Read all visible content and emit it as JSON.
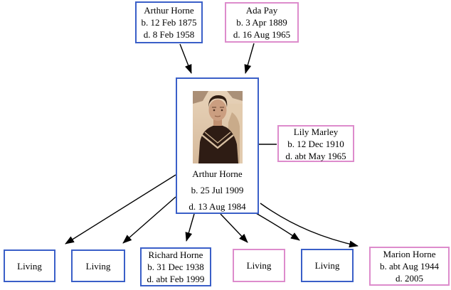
{
  "diagram": {
    "type": "family-tree-pedigree",
    "colors": {
      "male_border": "#3a5fc8",
      "female_border": "#dd8ccc",
      "connector": "#000000",
      "background": "#ffffff"
    },
    "nodes": {
      "father": {
        "name": "Arthur Horne",
        "birth": "b. 12 Feb 1875",
        "death": "d. 8 Feb 1958",
        "sex": "male"
      },
      "mother": {
        "name": "Ada Pay",
        "birth": "b. 3 Apr 1889",
        "death": "d. 16 Aug 1965",
        "sex": "female"
      },
      "subject": {
        "name": "Arthur Horne",
        "birth": "b. 25 Jul 1909",
        "death": "d. 13 Aug 1984",
        "sex": "male",
        "photo": "sepia-portrait-young-sailor"
      },
      "spouse": {
        "name": "Lily Marley",
        "birth": "b. 12 Dec 1910",
        "death": "d. abt May 1965",
        "sex": "female"
      },
      "child1": {
        "name": "Living",
        "sex": "male"
      },
      "child2": {
        "name": "Living",
        "sex": "male"
      },
      "child3": {
        "name": "Richard Horne",
        "birth": "b. 31 Dec 1938",
        "death": "d. abt Feb 1999",
        "sex": "male"
      },
      "child4": {
        "name": "Living",
        "sex": "female"
      },
      "child5": {
        "name": "Living",
        "sex": "male"
      },
      "child6": {
        "name": "Marion Horne",
        "birth": "b. abt Aug 1944",
        "death": "d. 2005",
        "sex": "female"
      }
    }
  }
}
